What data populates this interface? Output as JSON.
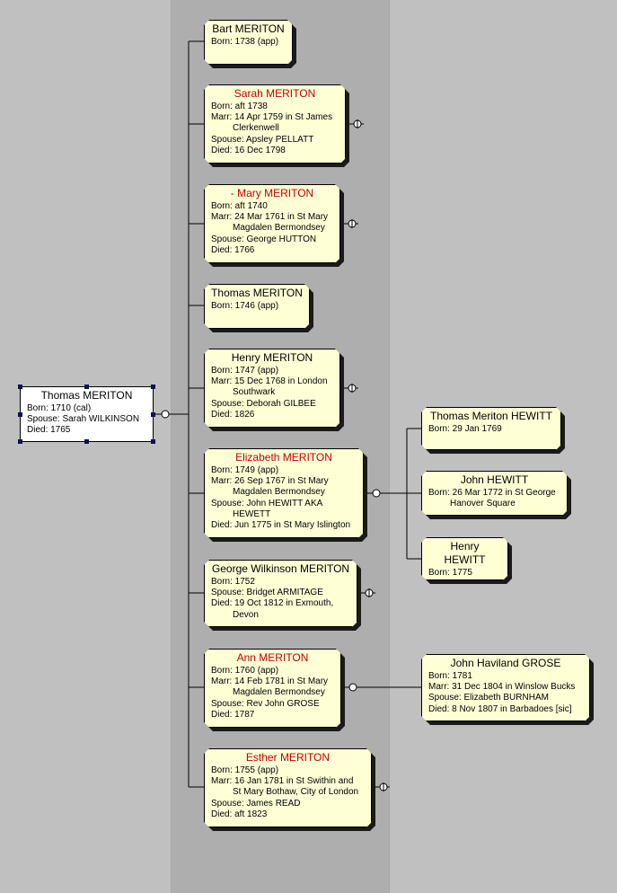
{
  "focus": {
    "name": "Thomas MERITON",
    "lines": [
      "Born: 1710 (cal)",
      "Spouse: Sarah WILKINSON",
      "Died: 1765"
    ]
  },
  "children": [
    {
      "name": "Bart MERITON",
      "red": false,
      "lines": [
        "Born: 1738 (app)"
      ]
    },
    {
      "name": "Sarah MERITON",
      "red": true,
      "lines": [
        "Born: aft 1738",
        "Marr: 14 Apr 1759 in St James",
        "Clerkenwell",
        "Spouse: Apsley PELLATT",
        "Died: 16 Dec 1798"
      ]
    },
    {
      "name": "- Mary MERITON",
      "red": true,
      "lines": [
        "Born: aft 1740",
        "Marr: 24 Mar 1761 in St Mary",
        "Magdalen Bermondsey",
        "Spouse: George HUTTON",
        "Died: 1766"
      ]
    },
    {
      "name": "Thomas MERITON",
      "red": false,
      "lines": [
        "Born: 1746 (app)"
      ]
    },
    {
      "name": "Henry MERITON",
      "red": false,
      "lines": [
        "Born: 1747 (app)",
        "Marr: 15 Dec 1768 in London",
        "Southwark",
        "Spouse: Deborah GILBEE",
        "Died: 1826"
      ]
    },
    {
      "name": "Elizabeth MERITON",
      "red": true,
      "lines": [
        "Born: 1749 (app)",
        "Marr: 26 Sep 1767 in St Mary",
        "Magdalen Bermondsey",
        "Spouse: John HEWITT AKA",
        "HEWETT",
        "Died: Jun 1775 in St Mary Islington"
      ]
    },
    {
      "name": "George Wilkinson MERITON",
      "red": false,
      "lines": [
        "Born: 1752",
        "Spouse: Bridget ARMITAGE",
        "Died: 19 Oct 1812 in Exmouth,",
        "Devon"
      ]
    },
    {
      "name": "Ann MERITON",
      "red": true,
      "lines": [
        "Born: 1760 (app)",
        "Marr: 14 Feb 1781 in St Mary",
        "Magdalen Bermondsey",
        "Spouse: Rev John GROSE",
        "Died: 1787"
      ]
    },
    {
      "name": "Esther MERITON",
      "red": true,
      "lines": [
        "Born: 1755 (app)",
        "Marr: 16 Jan 1781 in St Swithin and",
        "St Mary Bothaw, City of London",
        "Spouse: James READ",
        "Died: aft 1823"
      ]
    }
  ],
  "grandchildren": [
    {
      "name": "Thomas Meriton HEWITT",
      "red": false,
      "lines": [
        "Born: 29 Jan 1769"
      ]
    },
    {
      "name": "John HEWITT",
      "red": false,
      "lines": [
        "Born: 26 Mar 1772 in St George",
        "Hanover Square"
      ]
    },
    {
      "name": "Henry HEWITT",
      "red": false,
      "lines": [
        "Born: 1775"
      ]
    }
  ],
  "spouse_card": {
    "name": "John Haviland GROSE",
    "red": false,
    "lines": [
      "Born: 1781",
      "Marr: 31 Dec 1804 in Winslow Bucks",
      "Spouse: Elizabeth BURNHAM",
      "Died: 8 Nov 1807 in Barbadoes [sic]"
    ]
  }
}
